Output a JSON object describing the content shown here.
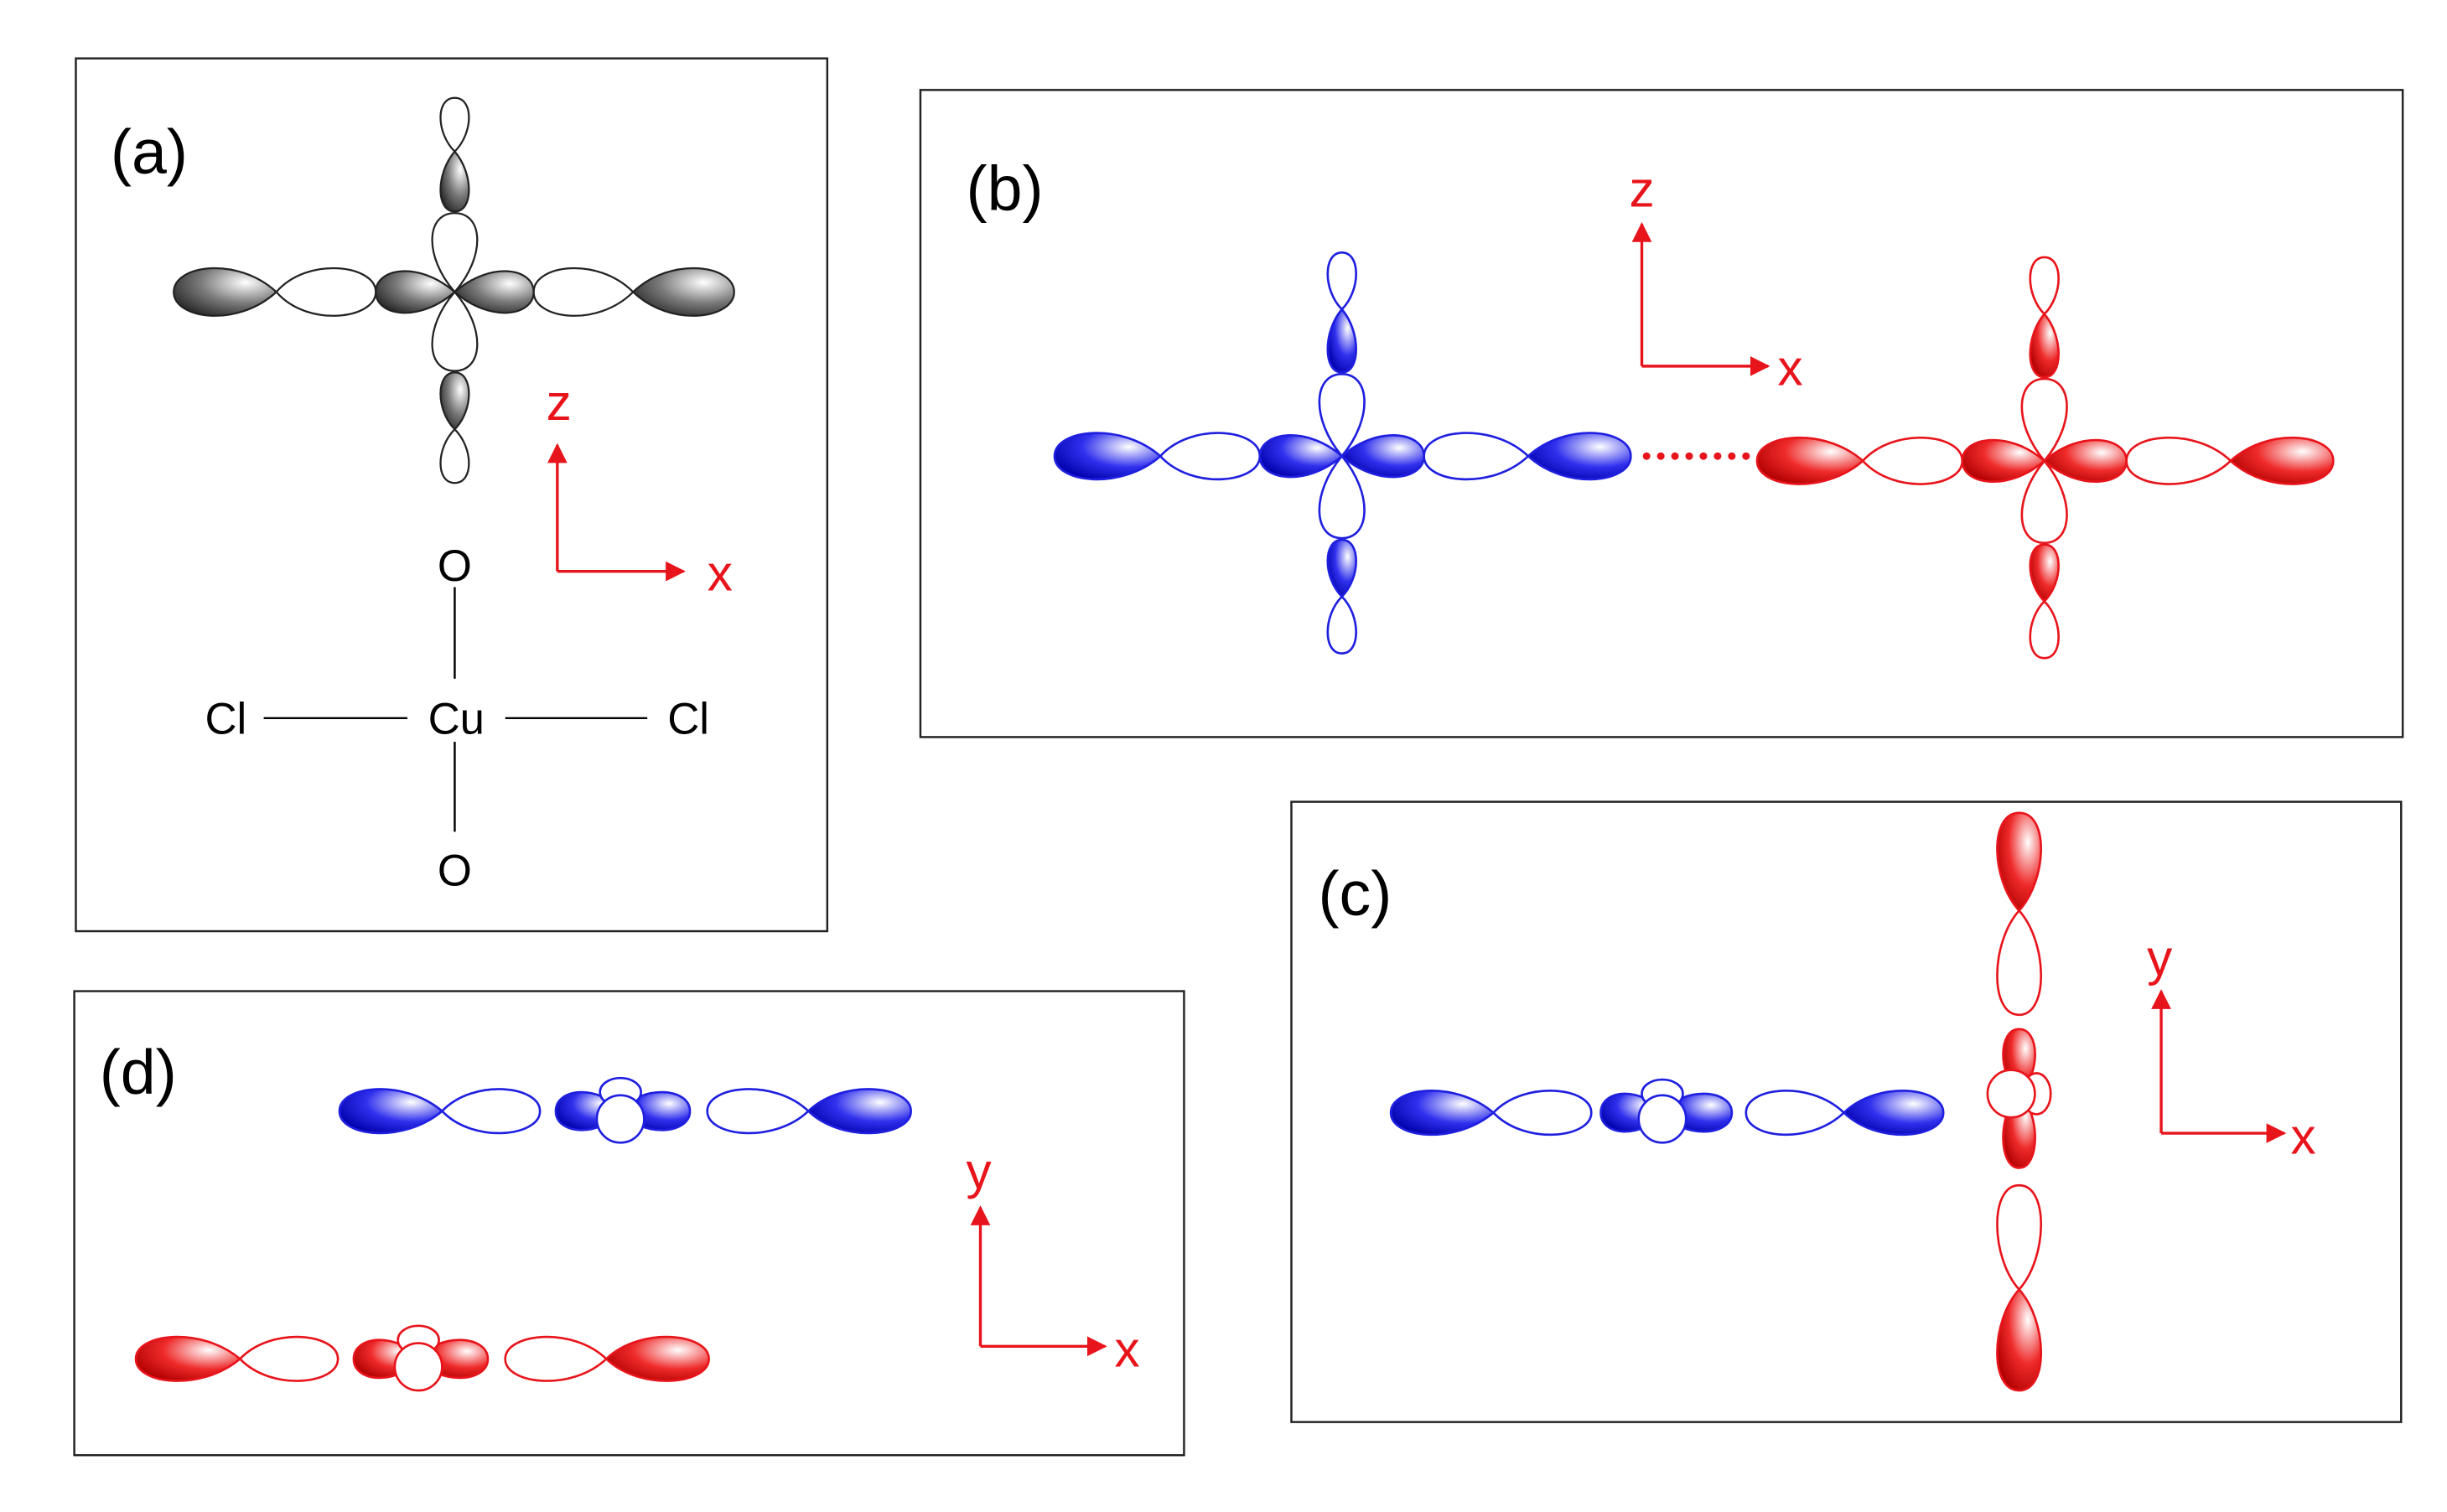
{
  "colors": {
    "gray": "#555555",
    "blue": "#1f1fe0",
    "red": "#e8141b",
    "frame": "#222222"
  },
  "panels": {
    "a": {
      "label": "(a)",
      "axis": {
        "vertical": "z",
        "horizontal": "x"
      },
      "atoms": {
        "top_o": "O",
        "bottom_o": "O",
        "left_cl": "Cl",
        "right_cl": "Cl",
        "center_cu": "Cu"
      }
    },
    "b": {
      "label": "(b)",
      "axis": {
        "vertical": "z",
        "horizontal": "x"
      }
    },
    "c": {
      "label": "(c)",
      "axis": {
        "vertical": "y",
        "horizontal": "x"
      }
    },
    "d": {
      "label": "(d)",
      "axis": {
        "vertical": "y",
        "horizontal": "x"
      }
    }
  }
}
